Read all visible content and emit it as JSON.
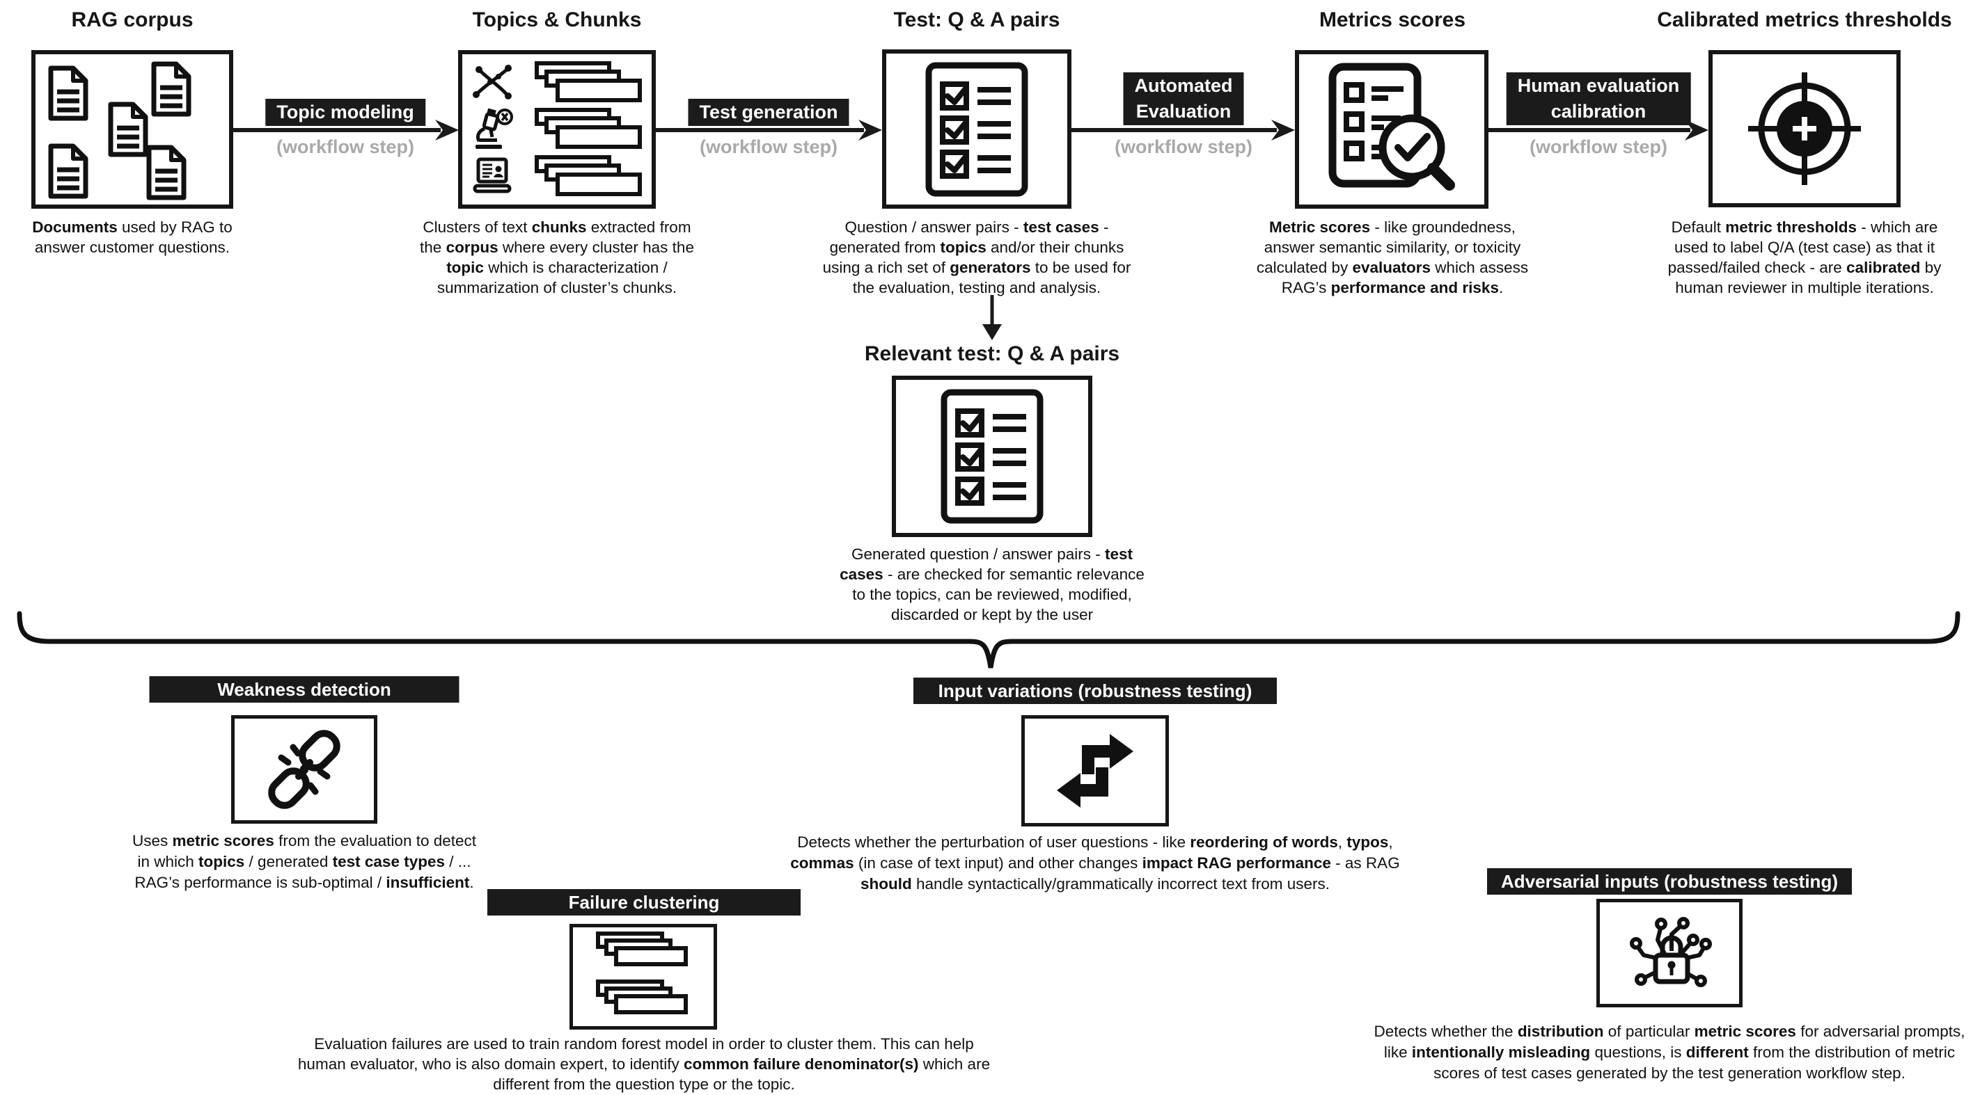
{
  "colors": {
    "ink": "#1a1a1a",
    "bar_background": "#1b1b1b",
    "bar_text": "#ffffff",
    "muted_gray": "#a9a9a9",
    "background": "#ffffff"
  },
  "workflow": {
    "stages": [
      {
        "title": "RAG corpus",
        "icon": "documents-icon",
        "caption": [
          [
            {
              "t": "Documents",
              "b": true
            },
            {
              "t": " used by RAG to"
            }
          ],
          [
            {
              "t": "answer customer questions."
            }
          ]
        ]
      },
      {
        "title": "Topics & Chunks",
        "icon": "topics-chunks-icon",
        "caption": [
          [
            {
              "t": "Clusters of text "
            },
            {
              "t": "chunks",
              "b": true
            },
            {
              "t": " extracted from"
            }
          ],
          [
            {
              "t": "the "
            },
            {
              "t": "corpus",
              "b": true
            },
            {
              "t": " where every cluster has the"
            }
          ],
          [
            {
              "t": "topic",
              "b": true
            },
            {
              "t": " which is characterization /"
            }
          ],
          [
            {
              "t": "summarization of cluster’s chunks."
            }
          ]
        ]
      },
      {
        "title": "Test: Q & A pairs",
        "icon": "checklist-icon",
        "caption": [
          [
            {
              "t": "Question / answer pairs - "
            },
            {
              "t": "test cases",
              "b": true
            },
            {
              "t": " -"
            }
          ],
          [
            {
              "t": "generated from "
            },
            {
              "t": "topics",
              "b": true
            },
            {
              "t": " and/or their chunks"
            }
          ],
          [
            {
              "t": "using a rich set of "
            },
            {
              "t": "generators",
              "b": true
            },
            {
              "t": " to be used for"
            }
          ],
          [
            {
              "t": "the evaluation, testing and analysis."
            }
          ]
        ]
      },
      {
        "title": "Metrics scores",
        "icon": "metrics-magnifier-icon",
        "caption": [
          [
            {
              "t": "Metric scores",
              "b": true
            },
            {
              "t": " - like groundedness,"
            }
          ],
          [
            {
              "t": "answer semantic similarity, or toxicity"
            }
          ],
          [
            {
              "t": "calculated by "
            },
            {
              "t": "evaluators",
              "b": true
            },
            {
              "t": " which assess"
            }
          ],
          [
            {
              "t": "RAG’s "
            },
            {
              "t": "performance and risks",
              "b": true
            },
            {
              "t": "."
            }
          ]
        ]
      },
      {
        "title": "Calibrated metrics thresholds",
        "icon": "target-icon",
        "caption": [
          [
            {
              "t": "Default "
            },
            {
              "t": "metric thresholds",
              "b": true
            },
            {
              "t": " - which are"
            }
          ],
          [
            {
              "t": "used to label Q/A (test case) as that it"
            }
          ],
          [
            {
              "t": "passed/failed check - are "
            },
            {
              "t": "calibrated",
              "b": true
            },
            {
              "t": " by"
            }
          ],
          [
            {
              "t": "human reviewer in multiple iterations."
            }
          ]
        ]
      }
    ],
    "steps": [
      {
        "label_lines": [
          "Topic modeling"
        ],
        "sublabel": "(workflow step)"
      },
      {
        "label_lines": [
          "Test generation"
        ],
        "sublabel": "(workflow step)"
      },
      {
        "label_lines": [
          "Automated",
          "Evaluation"
        ],
        "sublabel": "(workflow step)"
      },
      {
        "label_lines": [
          "Human evaluation",
          "calibration"
        ],
        "sublabel": "(workflow step)"
      }
    ],
    "relevant_tests": {
      "title": "Relevant test: Q & A pairs",
      "icon": "checklist-icon",
      "caption": [
        [
          {
            "t": "Generated question / answer pairs - "
          },
          {
            "t": "test",
            "b": true
          }
        ],
        [
          {
            "t": "cases",
            "b": true
          },
          {
            "t": " - are checked for semantic relevance"
          }
        ],
        [
          {
            "t": "to the topics, can be reviewed, modified,"
          }
        ],
        [
          {
            "t": "discarded or kept by the user"
          }
        ]
      ]
    }
  },
  "analyses": [
    {
      "title": "Weakness detection",
      "icon": "broken-chain-icon",
      "caption": [
        [
          {
            "t": "Uses "
          },
          {
            "t": "metric scores",
            "b": true
          },
          {
            "t": " from the evaluation to detect"
          }
        ],
        [
          {
            "t": "in which "
          },
          {
            "t": "topics",
            "b": true
          },
          {
            "t": " / generated "
          },
          {
            "t": "test case types",
            "b": true
          },
          {
            "t": " / ..."
          }
        ],
        [
          {
            "t": "RAG’s performance is sub-optimal / "
          },
          {
            "t": "insufficient",
            "b": true
          },
          {
            "t": "."
          }
        ]
      ]
    },
    {
      "title": "Failure clustering",
      "icon": "cluster-stacks-icon",
      "caption": [
        [
          {
            "t": "Evaluation failures are used to train random forest model in order to cluster them. This can help"
          }
        ],
        [
          {
            "t": "human evaluator, who is also domain expert, to identify "
          },
          {
            "t": "common failure denominator(s)",
            "b": true
          },
          {
            "t": " which are"
          }
        ],
        [
          {
            "t": "different from the question type or the topic."
          }
        ]
      ]
    },
    {
      "title": "Input variations (robustness testing)",
      "icon": "swap-arrows-icon",
      "caption": [
        [
          {
            "t": "Detects whether the perturbation of user questions - like "
          },
          {
            "t": "reordering of words",
            "b": true
          },
          {
            "t": ", "
          },
          {
            "t": "typos",
            "b": true
          },
          {
            "t": ","
          }
        ],
        [
          {
            "t": "commas",
            "b": true
          },
          {
            "t": " (in case of text input) and other changes "
          },
          {
            "t": "impact RAG performance",
            "b": true
          },
          {
            "t": " - as RAG"
          }
        ],
        [
          {
            "t": "should",
            "b": true
          },
          {
            "t": " handle syntactically/grammatically incorrect text from users."
          }
        ]
      ]
    },
    {
      "title": "Adversarial inputs (robustness testing)",
      "icon": "circuit-lock-icon",
      "caption": [
        [
          {
            "t": "Detects whether the "
          },
          {
            "t": "distribution",
            "b": true
          },
          {
            "t": " of particular "
          },
          {
            "t": "metric scores",
            "b": true
          },
          {
            "t": " for adversarial prompts,"
          }
        ],
        [
          {
            "t": "like "
          },
          {
            "t": "intentionally misleading",
            "b": true
          },
          {
            "t": " questions, is "
          },
          {
            "t": "different",
            "b": true
          },
          {
            "t": " from the distribution of metric"
          }
        ],
        [
          {
            "t": "scores of test cases generated by the test generation workflow step."
          }
        ]
      ]
    }
  ]
}
